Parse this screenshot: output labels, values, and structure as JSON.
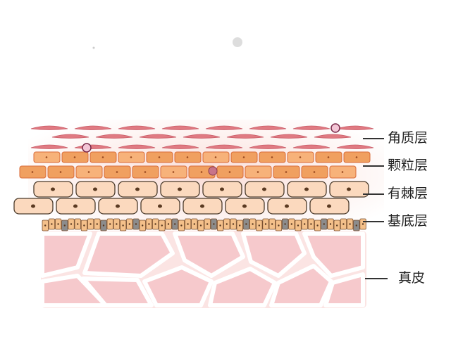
{
  "layers": [
    {
      "key": "stratum-corneum",
      "label": "角质层"
    },
    {
      "key": "stratum-granulosum",
      "label": "颗粒层"
    },
    {
      "key": "stratum-spinosum",
      "label": "有棘层"
    },
    {
      "key": "stratum-basale",
      "label": "基底层"
    },
    {
      "key": "dermis",
      "label": "真皮"
    }
  ],
  "colors": {
    "corneum": "#e07a82",
    "granulosum_fill": "#f0a060",
    "granulosum_stroke": "#d86a38",
    "spinosum_fill": "#fbd9be",
    "spinosum_stroke": "#4a3a2a",
    "basale_fill": "#f4c08a",
    "basale_dark": "#8c8c8c",
    "dermis_fill": "#f6c9cc",
    "dermis_glow": "#f3b3b0",
    "nucleus": "#5a3a22",
    "label_text": "#222222"
  }
}
